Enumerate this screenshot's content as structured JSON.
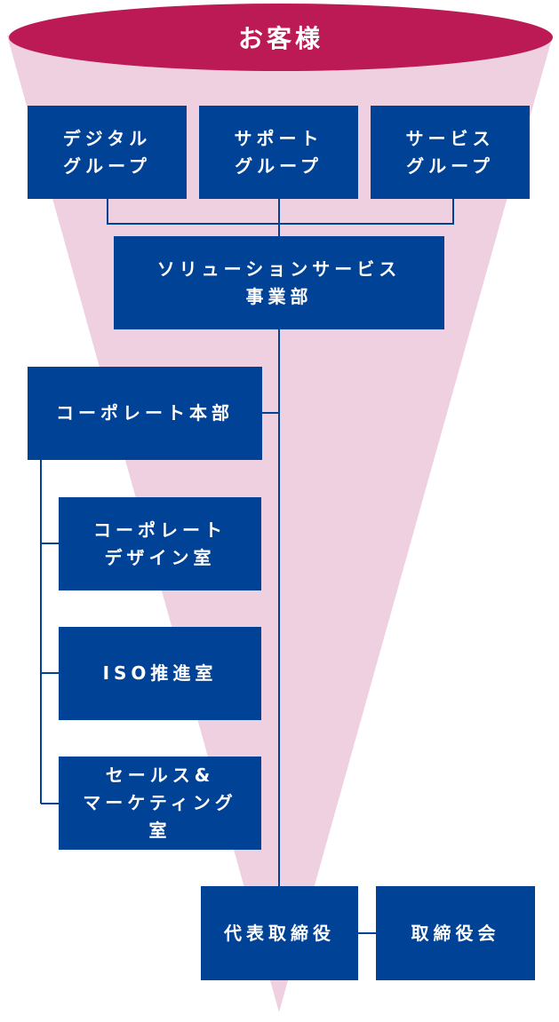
{
  "title": "お客様",
  "colors": {
    "title_ellipse": "#bc1a54",
    "funnel": "#eed0e0",
    "box_fill": "#004296",
    "connector": "#004296",
    "text": "#ffffff"
  },
  "top_groups": [
    {
      "label": "デジタル\nグループ"
    },
    {
      "label": "サポート\nグループ"
    },
    {
      "label": "サービス\nグループ"
    }
  ],
  "solution_division": "ソリューションサービス\n事業部",
  "corporate_division": "コーポレート本部",
  "corporate_units": [
    {
      "label": "コーポレート\nデザイン室"
    },
    {
      "label": "ISO推進室"
    },
    {
      "label": "セールス&\nマーケティング\n室"
    }
  ],
  "executive": "代表取締役",
  "board": "取締役会"
}
